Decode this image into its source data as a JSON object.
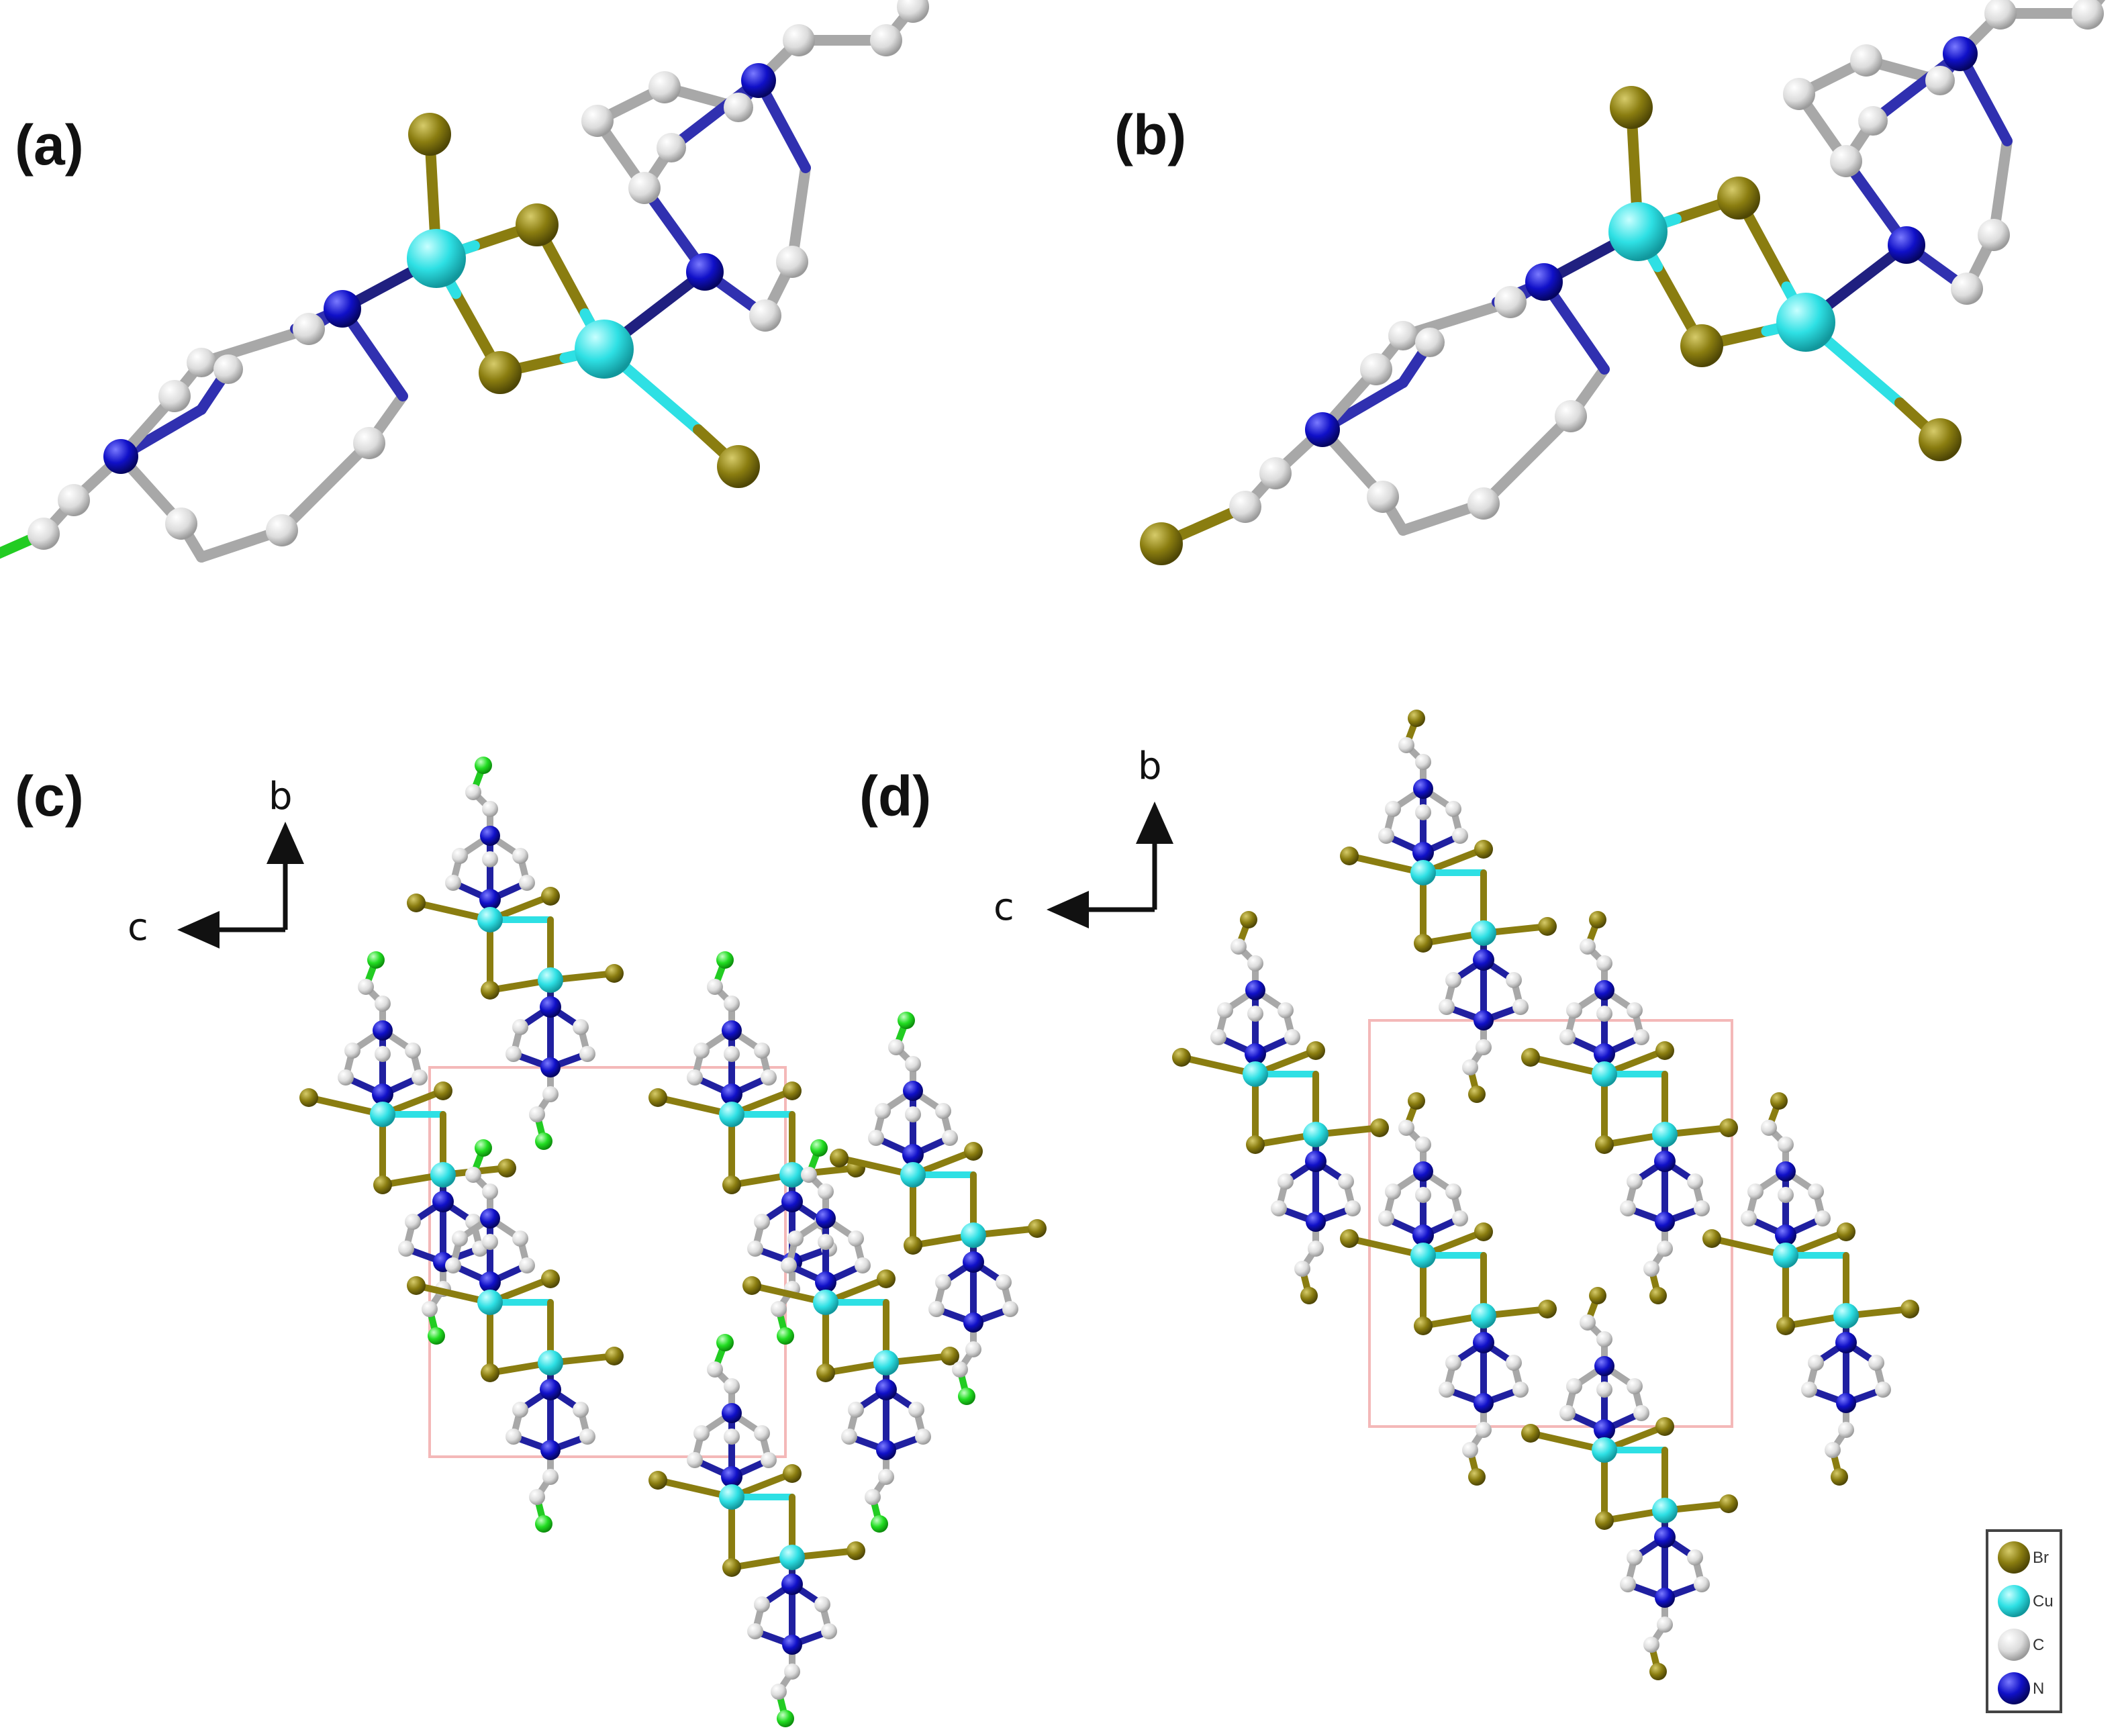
{
  "panels": {
    "a": {
      "label": "(a)"
    },
    "b": {
      "label": "(b)"
    },
    "c": {
      "label": "(c)",
      "axes": {
        "vertical": "b",
        "horizontal": "c"
      }
    },
    "d": {
      "label": "(d)",
      "axes": {
        "vertical": "b",
        "horizontal": "c"
      }
    }
  },
  "legend": {
    "items": [
      {
        "label": "Br",
        "color": "#8a7d10"
      },
      {
        "label": "Cu",
        "color": "#2ee0e4"
      },
      {
        "label": "C",
        "color": "#d8d8d8"
      },
      {
        "label": "N",
        "color": "#1010c8"
      }
    ]
  },
  "colors": {
    "Br": "#8a7d10",
    "Cu": "#2ee0e4",
    "C": "#d8d8d8",
    "N": "#1010c8",
    "Cl": "#22dd22",
    "cell_outline": "#f4b8b8",
    "bond_gray": "#a8a8a8"
  },
  "icons": {
    "axis_arrow": "arrow-icon",
    "molecule": "dimer-molecule-icon"
  }
}
